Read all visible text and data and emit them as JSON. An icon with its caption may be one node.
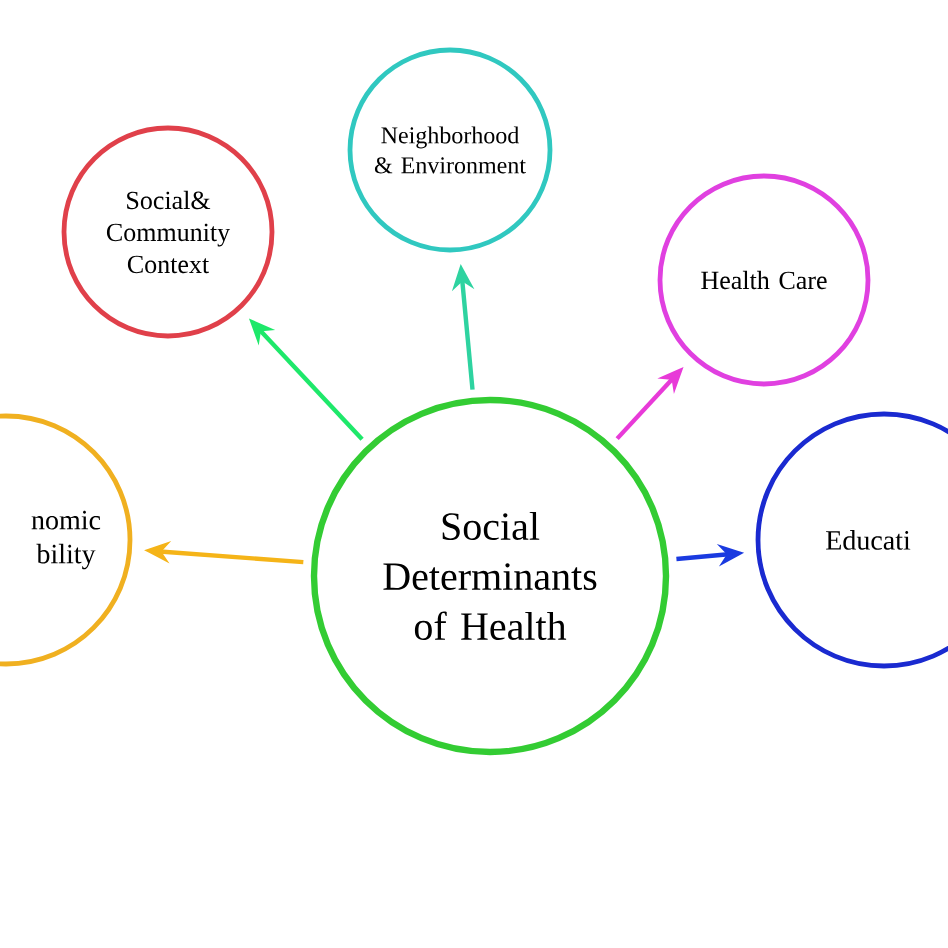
{
  "diagram": {
    "nodes": [
      {
        "text": [
          "Neighborhood & Environment"
        ]
      },
      {
        "text": [
          "Social& Community Context"
        ]
      },
      {
        "text": [
          "Health Care"
        ]
      },
      {
        "text": [
          "nomic bility"
        ]
      },
      {
        "text": [
          "Social Determinants of Health"
        ]
      },
      {
        "text": [
          "Educati"
        ]
      }
    ],
    "edges": [
      {
        "from": 4,
        "to": 0,
        "arrow": "to",
        "color": "#2ed3a0"
      },
      {
        "from": 4,
        "to": 1,
        "arrow": "to",
        "color": "#1ee86a"
      },
      {
        "from": 4,
        "to": 2,
        "arrow": "to",
        "color": "#e83ad8"
      },
      {
        "from": 4,
        "to": 3,
        "arrow": "to",
        "color": "#f5b418"
      },
      {
        "from": 4,
        "to": 5,
        "arrow": "to",
        "color": "#1a3ae0"
      }
    ]
  }
}
